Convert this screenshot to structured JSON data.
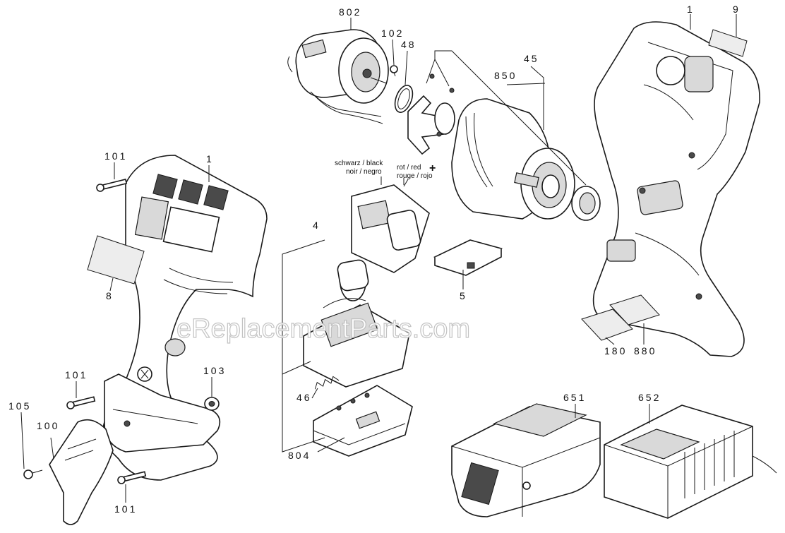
{
  "parts": {
    "p1_left": "1",
    "p1_right": "1",
    "p4": "4",
    "p5": "5",
    "p8": "8",
    "p9": "9",
    "p45": "45",
    "p46": "46",
    "p48": "48",
    "p100": "100",
    "p101_a": "101",
    "p101_b": "101",
    "p101_c": "101",
    "p102": "102",
    "p103": "103",
    "p105": "105",
    "p180": "180",
    "p651": "651",
    "p652": "652",
    "p802": "802",
    "p804": "804",
    "p850": "850",
    "p880": "880"
  },
  "wire_labels": {
    "black_1": "schwarz / black",
    "black_2": "noir / negro",
    "red_1": "rot / red",
    "red_2": "rouge / rojo",
    "plus": "+"
  },
  "watermark": "eReplacementParts.com",
  "colors": {
    "line": "#1a1a1a",
    "shade": "#d9d9d9",
    "background": "#ffffff"
  }
}
